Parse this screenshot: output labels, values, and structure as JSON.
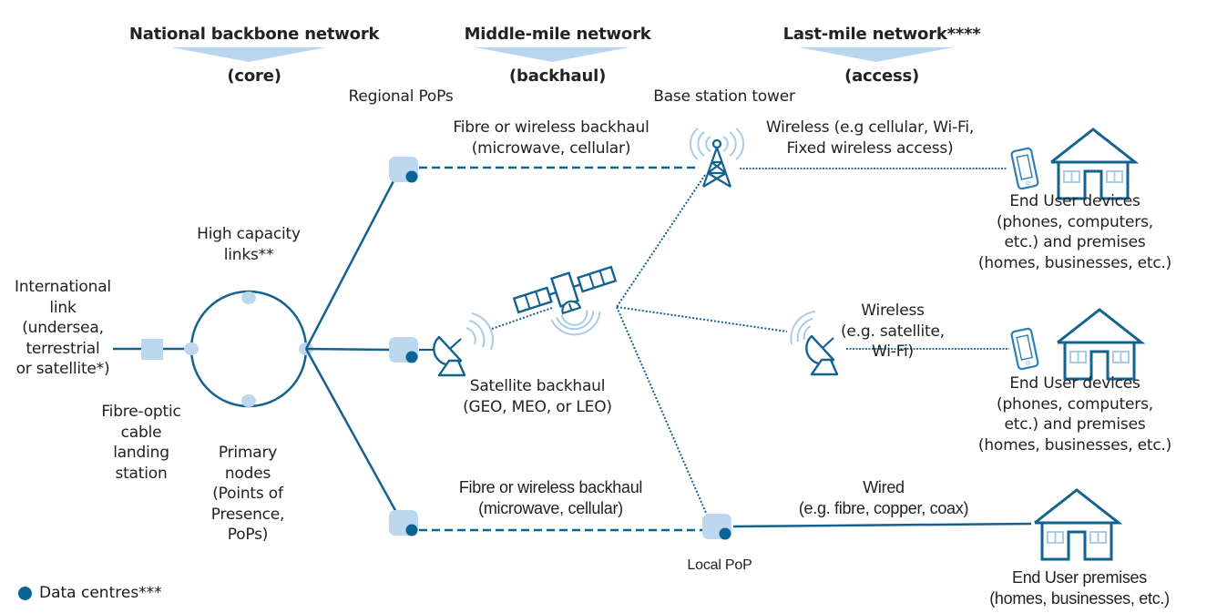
{
  "colors": {
    "line": "#14628f",
    "node_fill": "#bdd7ee",
    "data_centre": "#0a6496",
    "wave": "#a9cbe8",
    "arrow": "#bad6ee",
    "text": "#222222"
  },
  "headers": [
    {
      "title": "National backbone network",
      "subtitle": "(core)"
    },
    {
      "title": "Middle-mile network",
      "subtitle": "(backhaul)"
    },
    {
      "title": "Last-mile network****",
      "subtitle": "(access)"
    }
  ],
  "labels": {
    "regional_pops": "Regional PoPs",
    "base_station_tower": "Base station tower",
    "backhaul_top": "Fibre or wireless backhaul\n(microwave, cellular)",
    "wireless_cellular": "Wireless (e.g cellular, Wi-Fi,\nFixed wireless access)",
    "end_user_devices_1": "End User devices\n(phones, computers,\netc.) and premises\n(homes, businesses, etc.)",
    "high_capacity_links": "High capacity\nlinks**",
    "international_link": "International\nlink\n(undersea,\nterrestrial\nor satellite*)",
    "satellite_backhaul": "Satellite backhaul\n(GEO, MEO, or LEO)",
    "wireless_satellite": "Wireless\n(e.g. satellite,\nWi-Fi)",
    "end_user_devices_2": "End User devices\n(phones, computers,\netc.) and premises\n(homes, businesses, etc.)",
    "landing_station": "Fibre-optic\ncable\nlanding\nstation",
    "primary_nodes": "Primary\nnodes\n(Points of\nPresence,\nPoPs)",
    "backhaul_bottom": "Fibre or wireless backhaul\n(microwave, cellular)",
    "wired": "Wired\n(e.g. fibre, copper, coax)",
    "local_pop": "Local PoP",
    "end_user_premises": "End User premises\n(homes, businesses, etc.)"
  },
  "legend": {
    "data_centres": "Data centres***"
  },
  "icons": {
    "tower": "cell-tower-icon",
    "satellite": "satellite-icon",
    "dish": "satellite-dish-icon",
    "phone": "mobile-phone-icon",
    "house": "house-icon",
    "pop": "pop-node-icon",
    "landing_station": "landing-station-icon"
  }
}
